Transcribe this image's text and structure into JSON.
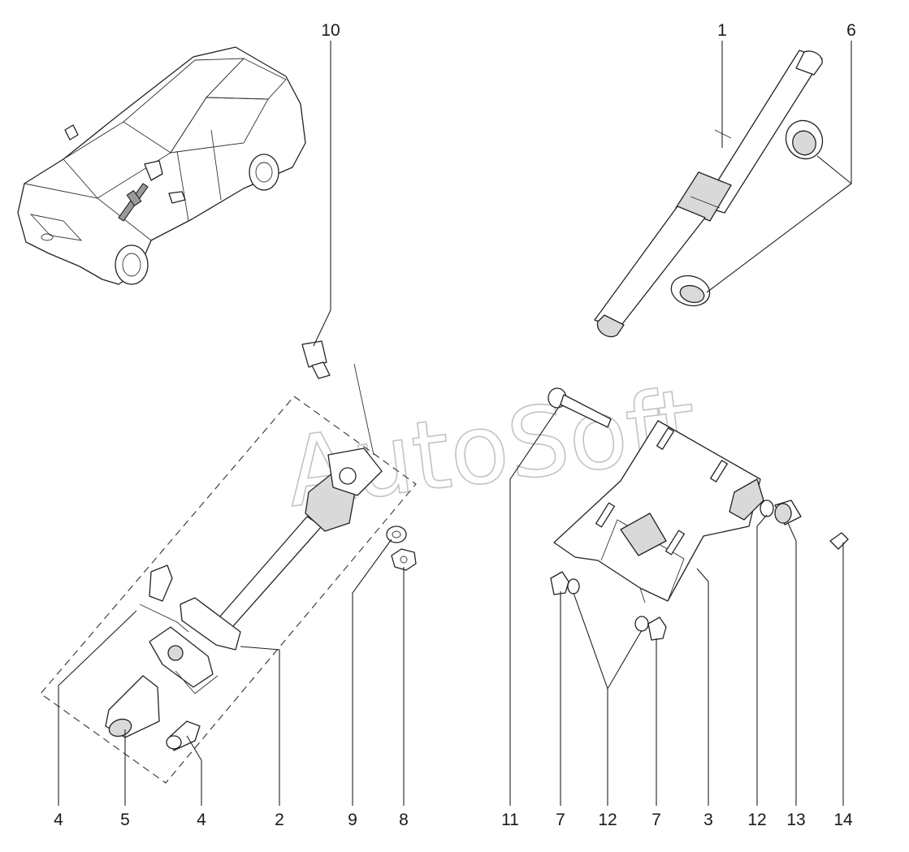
{
  "watermark": "AutoSoft",
  "callouts": [
    {
      "id": "c10",
      "label": "10"
    },
    {
      "id": "c1",
      "label": "1"
    },
    {
      "id": "c6",
      "label": "6"
    },
    {
      "id": "c4a",
      "label": "4"
    },
    {
      "id": "c5",
      "label": "5"
    },
    {
      "id": "c4b",
      "label": "4"
    },
    {
      "id": "c2",
      "label": "2"
    },
    {
      "id": "c9",
      "label": "9"
    },
    {
      "id": "c8",
      "label": "8"
    },
    {
      "id": "c11",
      "label": "11"
    },
    {
      "id": "c7a",
      "label": "7"
    },
    {
      "id": "c12a",
      "label": "12"
    },
    {
      "id": "c7b",
      "label": "7"
    },
    {
      "id": "c3",
      "label": "3"
    },
    {
      "id": "c12b",
      "label": "12"
    },
    {
      "id": "c13",
      "label": "13"
    },
    {
      "id": "c14",
      "label": "14"
    }
  ]
}
